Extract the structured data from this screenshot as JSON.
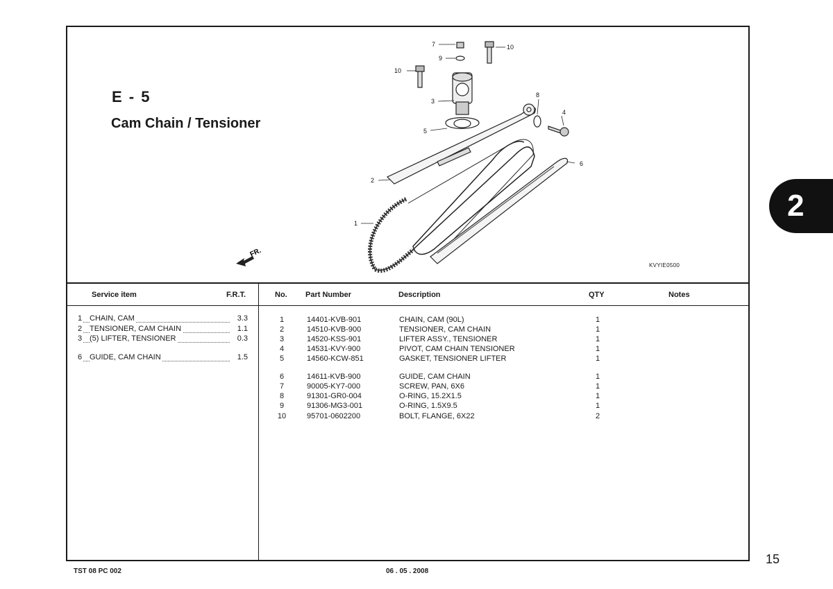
{
  "section": {
    "code": "E - 5",
    "title": "Cam Chain / Tensioner"
  },
  "diagram": {
    "code": "KVYIE0500",
    "direction_label": "FR.",
    "callouts": [
      "1",
      "2",
      "3",
      "4",
      "5",
      "6",
      "7",
      "8",
      "9",
      "10",
      "10"
    ]
  },
  "service_table": {
    "headers": {
      "item": "Service item",
      "frt": "F.R.T."
    },
    "rows": [
      {
        "num": "1",
        "text": "CHAIN, CAM",
        "frt": "3.3"
      },
      {
        "num": "2",
        "text": "TENSIONER, CAM CHAIN",
        "frt": "1.1"
      },
      {
        "num": "3",
        "text": "(5) LIFTER, TENSIONER",
        "frt": "0.3"
      },
      {
        "num": "6",
        "text": "GUIDE, CAM CHAIN",
        "frt": "1.5"
      }
    ]
  },
  "parts_table": {
    "headers": {
      "no": "No.",
      "part_number": "Part Number",
      "description": "Description",
      "qty": "QTY",
      "notes": "Notes"
    },
    "rows": [
      {
        "no": "1",
        "part_number": "14401-KVB-901",
        "description": "CHAIN, CAM (90L)",
        "qty": "1"
      },
      {
        "no": "2",
        "part_number": "14510-KVB-900",
        "description": "TENSIONER, CAM CHAIN",
        "qty": "1"
      },
      {
        "no": "3",
        "part_number": "14520-KSS-901",
        "description": "LIFTER ASSY., TENSIONER",
        "qty": "1"
      },
      {
        "no": "4",
        "part_number": "14531-KVY-900",
        "description": "PIVOT, CAM CHAIN TENSIONER",
        "qty": "1"
      },
      {
        "no": "5",
        "part_number": "14560-KCW-851",
        "description": "GASKET, TENSIONER LIFTER",
        "qty": "1"
      },
      {
        "no": "6",
        "part_number": "14611-KVB-900",
        "description": "GUIDE, CAM CHAIN",
        "qty": "1"
      },
      {
        "no": "7",
        "part_number": "90005-KY7-000",
        "description": "SCREW, PAN, 6X6",
        "qty": "1"
      },
      {
        "no": "8",
        "part_number": "91301-GR0-004",
        "description": "O-RING, 15.2X1.5",
        "qty": "1"
      },
      {
        "no": "9",
        "part_number": "91306-MG3-001",
        "description": "O-RING, 1.5X9.5",
        "qty": "1"
      },
      {
        "no": "10",
        "part_number": "95701-0602200",
        "description": "BOLT, FLANGE, 6X22",
        "qty": "2"
      }
    ]
  },
  "chapter_tab": "2",
  "page_number": "15",
  "footer": {
    "doc_code": "TST 08 PC 002",
    "date": "06 . 05 . 2008"
  }
}
